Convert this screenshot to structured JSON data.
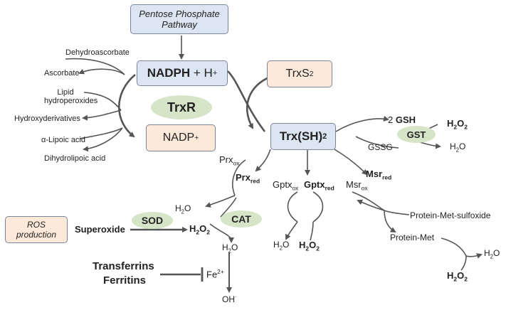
{
  "boxes": {
    "ppp": "Pentose Phosphate Pathway",
    "nadph": "NADPH",
    "nadph_plus": "+ H",
    "nadph_sup": "+",
    "trxs2": "TrxS",
    "trxs2_sub": "2",
    "nadp": "NADP",
    "nadp_sup": "+",
    "trxsh": "Trx(SH)",
    "trxsh_sub": "2",
    "ros": "ROS production"
  },
  "enzymes": {
    "trxr": "TrxR",
    "gst": "GST",
    "sod": "SOD",
    "cat": "CAT"
  },
  "left_metabolites": {
    "dehydroascorbate": "Dehydroascorbate",
    "ascorbate": "Ascorbate",
    "lipid_hydroperoxides": "Lipid hydroperoxides",
    "hydroxyderivatives": "Hydroxyderivatives",
    "lipoic_acid": "α-Lipoic acid",
    "dihydrolipoic_acid": "Dihydrolipoic acid"
  },
  "labels": {
    "gsh_coef": "2",
    "gsh": "GSH",
    "gssg": "GSSG",
    "h2o2_a": "H",
    "h2o2_a_sub": "2",
    "h2o2_a_o": "O",
    "h2o2_a_sub2": "2",
    "h2o_a": "H",
    "h2o_a_sub": "2",
    "h2o_a_o": "O",
    "prx_ox": "Prx",
    "prx_ox_sub": "ox",
    "prx_red": "Prx",
    "prx_red_sub": "red",
    "gptx_ox": "Gptx",
    "gptx_ox_sub": "ox",
    "gptx_red": "Gptx",
    "gptx_red_sub": "red",
    "msr_red": "Msr",
    "msr_red_sub": "red",
    "msr_ox": "Msr",
    "msr_ox_sub": "ox",
    "h2o_b": "H",
    "h2o_b_sub": "2",
    "h2o_b_o": "O",
    "superoxide": "Superoxide",
    "h2o2_b": "H",
    "h2o2_b_sub": "2",
    "h2o2_b_o": "O",
    "h2o2_b_sub2": "2",
    "h2o_c": "H",
    "h2o_c_sub": "2",
    "h2o_c_o": "O",
    "h2o_d": "H",
    "h2o_d_sub": "2",
    "h2o_d_o": "O",
    "h2o2_c": "H",
    "h2o2_c_sub": "2",
    "h2o2_c_o": "O",
    "h2o2_c_sub2": "2",
    "protein_met_sulfoxide": "Protein-Met-sulfoxide",
    "protein_met": "Protein-Met",
    "h2o_e": "H",
    "h2o_e_sub": "2",
    "h2o_e_o": "O",
    "h2o2_d": "H",
    "h2o2_d_sub": "2",
    "h2o2_d_o": "O",
    "h2o2_d_sub2": "2",
    "transferrins": "Transferrins",
    "ferritins": "Ferritins",
    "fe": "Fe",
    "fe_sup": "2+",
    "oh": "OH",
    "oh_sup": "·"
  },
  "colors": {
    "blue_box": "#dce6f2",
    "peach_box": "#fde9d9",
    "enzyme_oval": "#d6e5c8",
    "arrow": "#555555"
  }
}
